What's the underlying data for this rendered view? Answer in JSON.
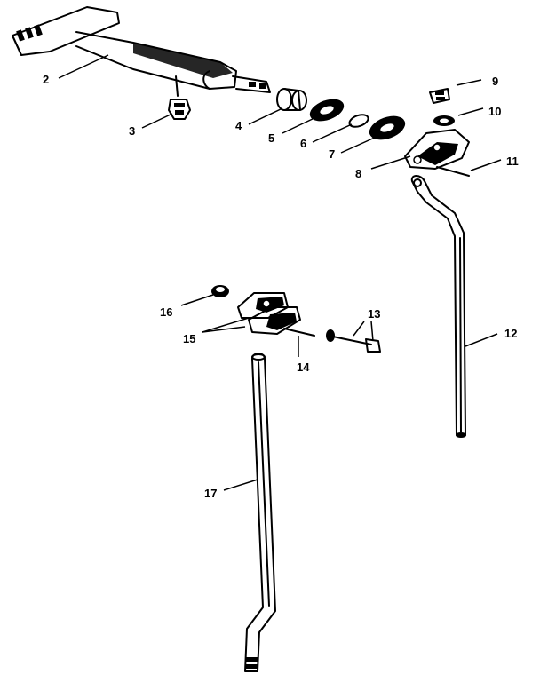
{
  "callouts": {
    "c2": "2",
    "c3": "3",
    "c4": "4",
    "c5": "5",
    "c6": "6",
    "c7": "7",
    "c8": "8",
    "c9": "9",
    "c10": "10",
    "c11": "11",
    "c12": "12",
    "c13": "13",
    "c14": "14",
    "c15": "15",
    "c16": "16",
    "c17": "17"
  }
}
